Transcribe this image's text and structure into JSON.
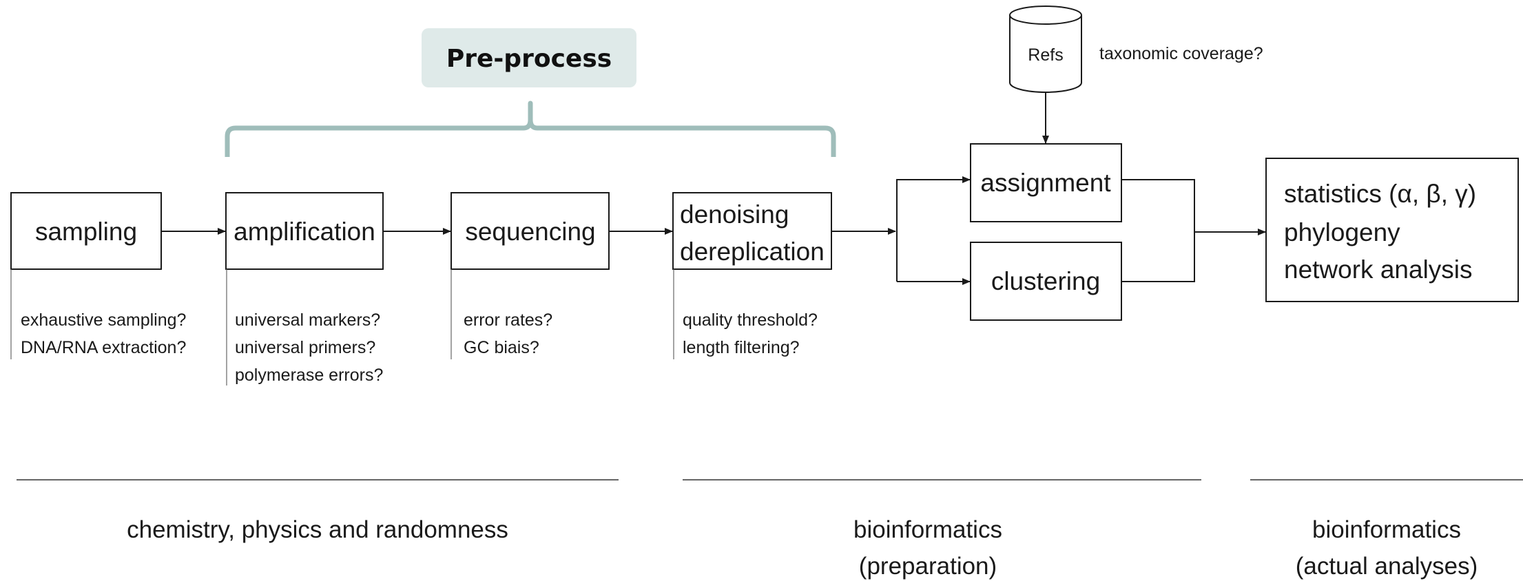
{
  "colors": {
    "accent": "#9fbdba",
    "badge_bg": "#dfeae9",
    "ink": "#1a1a1a",
    "rule": "#666666"
  },
  "preprocess": {
    "label": "Pre-process"
  },
  "boxes": {
    "sampling": "sampling",
    "amplification": "amplification",
    "sequencing": "sequencing",
    "denoising": [
      "denoising",
      "dereplication"
    ],
    "assignment": "assignment",
    "clustering": "clustering",
    "statistics": [
      "statistics (α, β, γ)",
      "phylogeny",
      "network analysis"
    ]
  },
  "refs": {
    "label": "Refs",
    "question": "taxonomic coverage?"
  },
  "questions": {
    "sampling": [
      "exhaustive sampling?",
      "DNA/RNA extraction?"
    ],
    "amplification": [
      "universal markers?",
      "universal primers?",
      "polymerase errors?"
    ],
    "sequencing": [
      "error rates?",
      "GC biais?"
    ],
    "denoising": [
      "quality threshold?",
      "length filtering?"
    ]
  },
  "footers": {
    "chemistry": [
      "chemistry, physics and randomness"
    ],
    "prep": [
      "bioinformatics",
      "(preparation)"
    ],
    "analysis": [
      "bioinformatics",
      "(actual analyses)"
    ]
  }
}
